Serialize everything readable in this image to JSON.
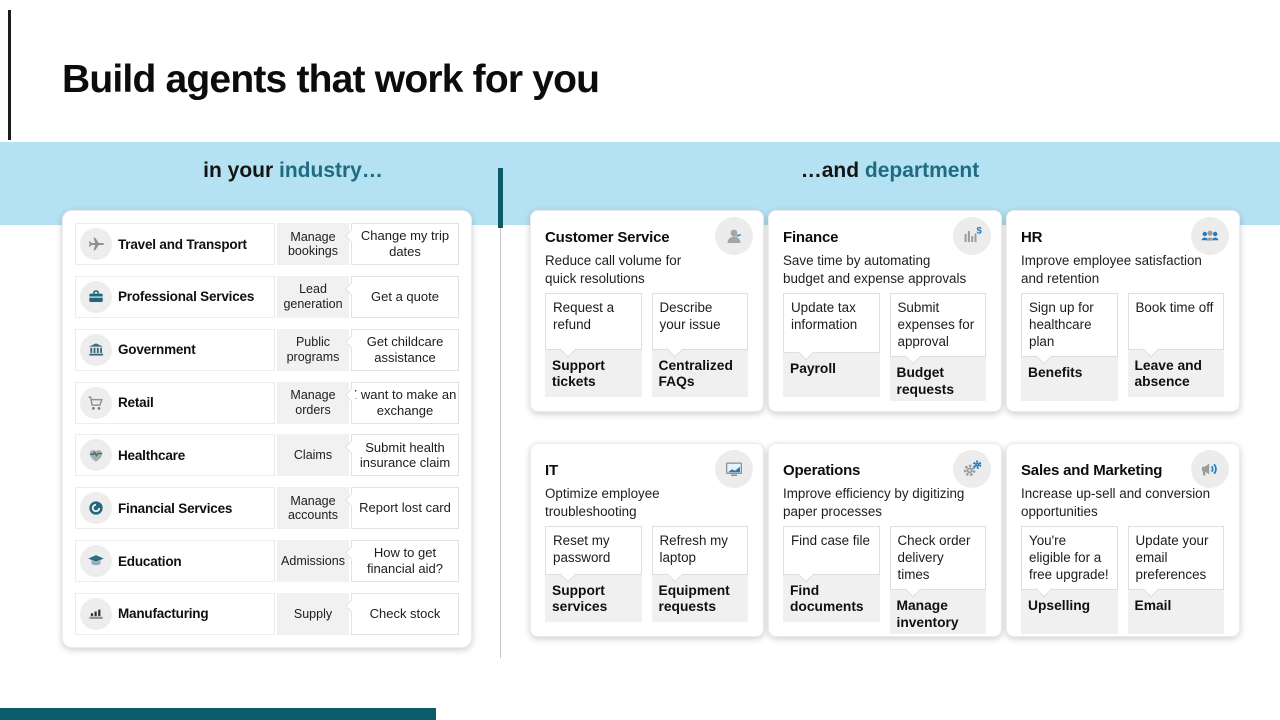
{
  "title": "Build agents that work for you",
  "band": {
    "left_prefix": "in your ",
    "left_highlight": "industry…",
    "right_prefix": "…and ",
    "right_highlight": "department"
  },
  "industries": [
    {
      "name": "Travel and Transport",
      "icon": "airplane-icon",
      "category": "Manage bookings",
      "utterance": "Change my trip dates"
    },
    {
      "name": "Professional Services",
      "icon": "briefcase-icon",
      "category": "Lead generation",
      "utterance": "Get a quote"
    },
    {
      "name": "Government",
      "icon": "government-building-icon",
      "category": "Public programs",
      "utterance": "Get childcare assistance"
    },
    {
      "name": "Retail",
      "icon": "shopping-cart-icon",
      "category": "Manage orders",
      "utterance": "I want to make an exchange"
    },
    {
      "name": "Healthcare",
      "icon": "heart-pulse-icon",
      "category": "Claims",
      "utterance": "Submit health insurance claim"
    },
    {
      "name": "Financial Services",
      "icon": "coin-icon",
      "category": "Manage accounts",
      "utterance": "Report lost card"
    },
    {
      "name": "Education",
      "icon": "graduation-cap-icon",
      "category": "Admissions",
      "utterance": "How to get financial aid?"
    },
    {
      "name": "Manufacturing",
      "icon": "factory-chart-icon",
      "category": "Supply",
      "utterance": "Check stock"
    }
  ],
  "departments": [
    {
      "name": "Customer Service",
      "icon": "person-icon",
      "description": "Reduce call volume for quick resolutions",
      "columns": [
        {
          "utterance": "Request a refund",
          "label": "Support tickets"
        },
        {
          "utterance": "Describe your issue",
          "label": "Centralized FAQs"
        }
      ]
    },
    {
      "name": "Finance",
      "icon": "chart-dollar-icon",
      "description": "Save time by automating budget and expense approvals",
      "columns": [
        {
          "utterance": "Update tax information",
          "label": "Payroll"
        },
        {
          "utterance": "Submit expenses for approval",
          "label": "Budget requests"
        }
      ]
    },
    {
      "name": "HR",
      "icon": "people-icon",
      "description": "Improve employee satisfaction and retention",
      "columns": [
        {
          "utterance": "Sign up for healthcare plan",
          "label": "Benefits"
        },
        {
          "utterance": "Book time off",
          "label": "Leave and absence"
        }
      ]
    },
    {
      "name": "IT",
      "icon": "monitor-chart-icon",
      "description": "Optimize employee troubleshooting",
      "columns": [
        {
          "utterance": "Reset my password",
          "label": "Support services"
        },
        {
          "utterance": "Refresh my laptop",
          "label": "Equipment requests"
        }
      ]
    },
    {
      "name": "Operations",
      "icon": "gears-icon",
      "description": "Improve efficiency by digitizing paper processes",
      "columns": [
        {
          "utterance": "Find case file",
          "label": "Find documents"
        },
        {
          "utterance": "Check order delivery times",
          "label": "Manage inventory"
        }
      ]
    },
    {
      "name": "Sales and Marketing",
      "icon": "megaphone-icon",
      "description": "Increase up-sell and conversion opportunities",
      "columns": [
        {
          "utterance": "You're eligible for a free upgrade!",
          "label": "Upselling"
        },
        {
          "utterance": "Update your email preferences",
          "label": "Email"
        }
      ]
    }
  ],
  "colors": {
    "band_blue": "#b4e2f3",
    "accent_teal_text": "#1f6b80",
    "divider_teal": "#0c5967",
    "bottom_bar_teal": "#0b5b69",
    "chip_gray": "#f1f1f1",
    "icon_blue": "#1d7dc4"
  }
}
